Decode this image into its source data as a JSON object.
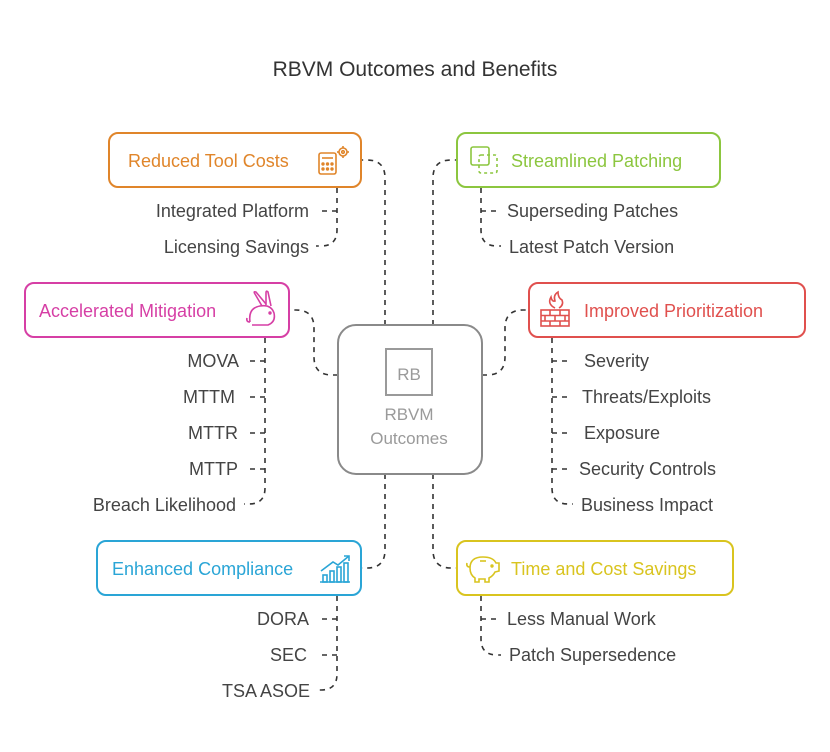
{
  "title": "RBVM Outcomes and Benefits",
  "center": {
    "line1": "RBVM",
    "line2": "Outcomes",
    "badge": "RB",
    "color": "#808080"
  },
  "branches": {
    "reduced_tool_costs": {
      "label": "Reduced Tool Costs",
      "color": "#e0852a",
      "icon": "calculator-gear-icon",
      "items": [
        "Integrated Platform",
        "Licensing Savings"
      ]
    },
    "streamlined_patching": {
      "label": "Streamlined Patching",
      "color": "#8cc63f",
      "icon": "dashed-squares-icon",
      "items": [
        "Superseding Patches",
        "Latest Patch Version"
      ]
    },
    "accelerated_mitigation": {
      "label": "Accelerated Mitigation",
      "color": "#d63fa5",
      "icon": "rabbit-icon",
      "items": [
        "MOVA",
        "MTTM",
        "MTTR",
        "MTTP",
        "Breach Likelihood"
      ]
    },
    "improved_prioritization": {
      "label": "Improved Prioritization",
      "color": "#e0504e",
      "icon": "firewall-icon",
      "items": [
        "Severity",
        "Threats/Exploits",
        "Exposure",
        "Security Controls",
        "Business Impact"
      ]
    },
    "enhanced_compliance": {
      "label": "Enhanced Compliance",
      "color": "#2aa5d6",
      "icon": "rising-chart-icon",
      "items": [
        "DORA",
        "SEC",
        "TSA ASOE"
      ]
    },
    "time_and_cost_savings": {
      "label": "Time and Cost Savings",
      "color": "#d9c41f",
      "icon": "piggy-bank-icon",
      "items": [
        "Less Manual Work",
        "Patch Supersedence"
      ]
    }
  }
}
